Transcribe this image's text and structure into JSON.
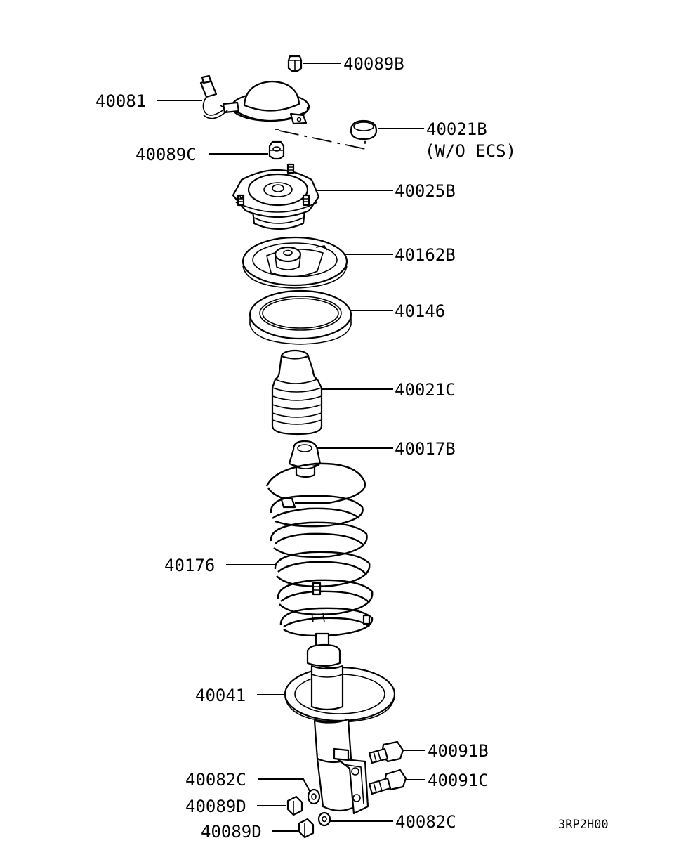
{
  "diagram_id": "3RP2H00",
  "parts": [
    {
      "id": "p-40089B-top",
      "label": "40089B",
      "name": "nut"
    },
    {
      "id": "p-40081",
      "label": "40081",
      "name": "actuator"
    },
    {
      "id": "p-40021B",
      "label": "40021B",
      "name": "cap"
    },
    {
      "id": "p-40021B-note",
      "label": "(W/O ECS)",
      "name": "note"
    },
    {
      "id": "p-40089C",
      "label": "40089C",
      "name": "nut"
    },
    {
      "id": "p-40025B",
      "label": "40025B",
      "name": "strut-mount"
    },
    {
      "id": "p-40162B",
      "label": "40162B",
      "name": "spring-seat"
    },
    {
      "id": "p-40146",
      "label": "40146",
      "name": "spring-pad"
    },
    {
      "id": "p-40021C",
      "label": "40021C",
      "name": "dust-cover"
    },
    {
      "id": "p-40017B",
      "label": "40017B",
      "name": "bump-stopper"
    },
    {
      "id": "p-40176",
      "label": "40176",
      "name": "coil-spring"
    },
    {
      "id": "p-40041",
      "label": "40041",
      "name": "strut-assembly"
    },
    {
      "id": "p-40091B",
      "label": "40091B",
      "name": "bolt"
    },
    {
      "id": "p-40082C-1",
      "label": "40082C",
      "name": "washer"
    },
    {
      "id": "p-40091C",
      "label": "40091C",
      "name": "bolt"
    },
    {
      "id": "p-40089D-1",
      "label": "40089D",
      "name": "nut"
    },
    {
      "id": "p-40082C-2",
      "label": "40082C",
      "name": "washer"
    },
    {
      "id": "p-40089D-2",
      "label": "40089D",
      "name": "nut"
    }
  ]
}
